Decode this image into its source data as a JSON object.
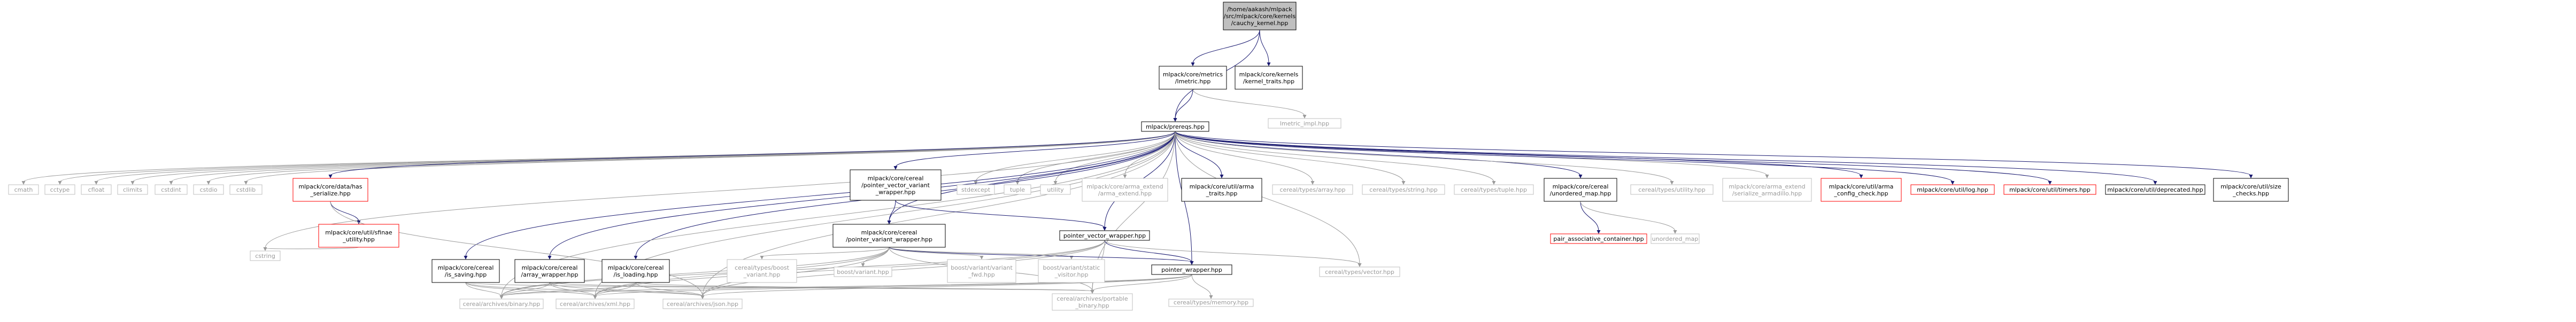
{
  "nodes": [
    {
      "id": "root",
      "lines": [
        "/home/aakash/mlpack",
        "/src/mlpack/core/kernels",
        "/cauchy_kernel.hpp"
      ],
      "style": "root"
    },
    {
      "id": "lmetric",
      "lines": [
        "mlpack/core/metrics",
        "/lmetric.hpp"
      ],
      "style": "normal"
    },
    {
      "id": "kernel_traits",
      "lines": [
        "mlpack/core/kernels",
        "/kernel_traits.hpp"
      ],
      "style": "normal"
    },
    {
      "id": "prereqs",
      "lines": [
        "mlpack/prereqs.hpp"
      ],
      "style": "normal"
    },
    {
      "id": "lmetric_impl",
      "lines": [
        "lmetric_impl.hpp"
      ],
      "style": "grey"
    },
    {
      "id": "cmath",
      "lines": [
        "cmath"
      ],
      "style": "grey"
    },
    {
      "id": "cctype",
      "lines": [
        "cctype"
      ],
      "style": "grey"
    },
    {
      "id": "cfloat",
      "lines": [
        "cfloat"
      ],
      "style": "grey"
    },
    {
      "id": "climits",
      "lines": [
        "climits"
      ],
      "style": "grey"
    },
    {
      "id": "cstdint",
      "lines": [
        "cstdint"
      ],
      "style": "grey"
    },
    {
      "id": "cstdio",
      "lines": [
        "cstdio"
      ],
      "style": "grey"
    },
    {
      "id": "cstdlib",
      "lines": [
        "cstdlib"
      ],
      "style": "grey"
    },
    {
      "id": "has_serialize",
      "lines": [
        "mlpack/core/data/has",
        "_serialize.hpp"
      ],
      "style": "red"
    },
    {
      "id": "pvwrapper",
      "lines": [
        "mlpack/core/cereal",
        "/pointer_vector_variant",
        "_wrapper.hpp"
      ],
      "style": "normal"
    },
    {
      "id": "stdexcept",
      "lines": [
        "stdexcept"
      ],
      "style": "grey"
    },
    {
      "id": "tuple",
      "lines": [
        "tuple"
      ],
      "style": "grey"
    },
    {
      "id": "utility",
      "lines": [
        "utility"
      ],
      "style": "grey"
    },
    {
      "id": "arma_extend",
      "lines": [
        "mlpack/core/arma_extend",
        "/arma_extend.hpp"
      ],
      "style": "grey"
    },
    {
      "id": "arma_traits",
      "lines": [
        "mlpack/core/util/arma",
        "_traits.hpp"
      ],
      "style": "normal"
    },
    {
      "id": "types_array",
      "lines": [
        "cereal/types/array.hpp"
      ],
      "style": "grey"
    },
    {
      "id": "types_string",
      "lines": [
        "cereal/types/string.hpp"
      ],
      "style": "grey"
    },
    {
      "id": "types_tuple",
      "lines": [
        "cereal/types/tuple.hpp"
      ],
      "style": "grey"
    },
    {
      "id": "unordered_map",
      "lines": [
        "mlpack/core/cereal",
        "/unordered_map.hpp"
      ],
      "style": "normal"
    },
    {
      "id": "types_utility",
      "lines": [
        "cereal/types/utility.hpp"
      ],
      "style": "grey"
    },
    {
      "id": "ser_armadillo",
      "lines": [
        "mlpack/core/arma_extend",
        "/serialize_armadillo.hpp"
      ],
      "style": "grey"
    },
    {
      "id": "arma_config",
      "lines": [
        "mlpack/core/util/arma",
        "_config_check.hpp"
      ],
      "style": "red"
    },
    {
      "id": "log",
      "lines": [
        "mlpack/core/util/log.hpp"
      ],
      "style": "red"
    },
    {
      "id": "timers",
      "lines": [
        "mlpack/core/util/timers.hpp"
      ],
      "style": "red"
    },
    {
      "id": "deprecated",
      "lines": [
        "mlpack/core/util/deprecated.hpp"
      ],
      "style": "normal"
    },
    {
      "id": "size_checks",
      "lines": [
        "mlpack/core/util/size",
        "_checks.hpp"
      ],
      "style": "normal"
    },
    {
      "id": "sfinae",
      "lines": [
        "mlpack/core/util/sfinae",
        "_utility.hpp"
      ],
      "style": "red"
    },
    {
      "id": "cstring",
      "lines": [
        "cstring"
      ],
      "style": "grey"
    },
    {
      "id": "pvariant",
      "lines": [
        "mlpack/core/cereal",
        "/pointer_variant_wrapper.hpp"
      ],
      "style": "normal"
    },
    {
      "id": "pvecwrapper",
      "lines": [
        "pointer_vector_wrapper.hpp"
      ],
      "style": "normal"
    },
    {
      "id": "pair_assoc",
      "lines": [
        "pair_associative_container.hpp"
      ],
      "style": "red"
    },
    {
      "id": "std_unordered_map",
      "lines": [
        "unordered_map"
      ],
      "style": "grey"
    },
    {
      "id": "types_vector",
      "lines": [
        "cereal/types/vector.hpp"
      ],
      "style": "grey"
    },
    {
      "id": "is_saving",
      "lines": [
        "mlpack/core/cereal",
        "/is_saving.hpp"
      ],
      "style": "normal"
    },
    {
      "id": "array_wrapper",
      "lines": [
        "mlpack/core/cereal",
        "/array_wrapper.hpp"
      ],
      "style": "normal"
    },
    {
      "id": "is_loading",
      "lines": [
        "mlpack/core/cereal",
        "/is_loading.hpp"
      ],
      "style": "normal"
    },
    {
      "id": "boost_variant_t",
      "lines": [
        "cereal/types/boost",
        "_variant.hpp"
      ],
      "style": "grey"
    },
    {
      "id": "boost_variant",
      "lines": [
        "boost/variant.hpp"
      ],
      "style": "grey"
    },
    {
      "id": "variant_fwd",
      "lines": [
        "boost/variant/variant",
        "_fwd.hpp"
      ],
      "style": "grey"
    },
    {
      "id": "static_visitor",
      "lines": [
        "boost/variant/static",
        "_visitor.hpp"
      ],
      "style": "grey"
    },
    {
      "id": "pointer_wrapper",
      "lines": [
        "pointer_wrapper.hpp"
      ],
      "style": "normal"
    },
    {
      "id": "binary",
      "lines": [
        "cereal/archives/binary.hpp"
      ],
      "style": "grey"
    },
    {
      "id": "xml",
      "lines": [
        "cereal/archives/xml.hpp"
      ],
      "style": "grey"
    },
    {
      "id": "json",
      "lines": [
        "cereal/archives/json.hpp"
      ],
      "style": "grey"
    },
    {
      "id": "portable",
      "lines": [
        "cereal/archives/portable",
        "_binary.hpp"
      ],
      "style": "grey"
    },
    {
      "id": "memory",
      "lines": [
        "cereal/types/memory.hpp"
      ],
      "style": "grey"
    }
  ],
  "edges": [
    [
      "root",
      "lmetric"
    ],
    [
      "root",
      "kernel_traits"
    ],
    [
      "root",
      "prereqs"
    ],
    [
      "lmetric",
      "prereqs"
    ],
    [
      "lmetric",
      "lmetric_impl"
    ],
    [
      "prereqs",
      "cmath"
    ],
    [
      "prereqs",
      "cctype"
    ],
    [
      "prereqs",
      "cfloat"
    ],
    [
      "prereqs",
      "climits"
    ],
    [
      "prereqs",
      "cstdint"
    ],
    [
      "prereqs",
      "cstdio"
    ],
    [
      "prereqs",
      "cstdlib"
    ],
    [
      "prereqs",
      "cstring"
    ],
    [
      "prereqs",
      "has_serialize"
    ],
    [
      "prereqs",
      "pvwrapper"
    ],
    [
      "prereqs",
      "stdexcept"
    ],
    [
      "prereqs",
      "tuple"
    ],
    [
      "prereqs",
      "utility"
    ],
    [
      "prereqs",
      "arma_extend"
    ],
    [
      "prereqs",
      "arma_traits"
    ],
    [
      "prereqs",
      "types_array"
    ],
    [
      "prereqs",
      "types_string"
    ],
    [
      "prereqs",
      "types_tuple"
    ],
    [
      "prereqs",
      "unordered_map"
    ],
    [
      "prereqs",
      "types_utility"
    ],
    [
      "prereqs",
      "ser_armadillo"
    ],
    [
      "prereqs",
      "arma_config"
    ],
    [
      "prereqs",
      "log"
    ],
    [
      "prereqs",
      "timers"
    ],
    [
      "prereqs",
      "deprecated"
    ],
    [
      "prereqs",
      "size_checks"
    ],
    [
      "prereqs",
      "pvariant"
    ],
    [
      "prereqs",
      "pvecwrapper"
    ],
    [
      "prereqs",
      "is_saving"
    ],
    [
      "prereqs",
      "array_wrapper"
    ],
    [
      "prereqs",
      "is_loading"
    ],
    [
      "prereqs",
      "pointer_wrapper"
    ],
    [
      "prereqs",
      "types_vector"
    ],
    [
      "prereqs",
      "binary"
    ],
    [
      "prereqs",
      "xml"
    ],
    [
      "prereqs",
      "json"
    ],
    [
      "prereqs",
      "portable"
    ],
    [
      "has_serialize",
      "sfinae"
    ],
    [
      "has_serialize",
      "json"
    ],
    [
      "sfinae",
      "cstring"
    ],
    [
      "pvwrapper",
      "pvariant"
    ],
    [
      "pvwrapper",
      "pvecwrapper"
    ],
    [
      "pvariant",
      "boost_variant_t"
    ],
    [
      "pvariant",
      "boost_variant"
    ],
    [
      "pvariant",
      "variant_fwd"
    ],
    [
      "pvariant",
      "static_visitor"
    ],
    [
      "pvariant",
      "pointer_wrapper"
    ],
    [
      "pvariant",
      "binary"
    ],
    [
      "pvariant",
      "xml"
    ],
    [
      "pvariant",
      "json"
    ],
    [
      "pvariant",
      "portable"
    ],
    [
      "pvecwrapper",
      "types_vector"
    ],
    [
      "pvecwrapper",
      "pointer_wrapper"
    ],
    [
      "pvecwrapper",
      "binary"
    ],
    [
      "pvecwrapper",
      "xml"
    ],
    [
      "pvecwrapper",
      "json"
    ],
    [
      "pvecwrapper",
      "portable"
    ],
    [
      "unordered_map",
      "pair_assoc"
    ],
    [
      "unordered_map",
      "std_unordered_map"
    ],
    [
      "is_saving",
      "binary"
    ],
    [
      "is_saving",
      "xml"
    ],
    [
      "is_saving",
      "json"
    ],
    [
      "is_saving",
      "portable"
    ],
    [
      "array_wrapper",
      "binary"
    ],
    [
      "array_wrapper",
      "xml"
    ],
    [
      "array_wrapper",
      "json"
    ],
    [
      "array_wrapper",
      "portable"
    ],
    [
      "is_loading",
      "binary"
    ],
    [
      "is_loading",
      "xml"
    ],
    [
      "is_loading",
      "json"
    ],
    [
      "is_loading",
      "portable"
    ],
    [
      "pointer_wrapper",
      "memory"
    ],
    [
      "pointer_wrapper",
      "binary"
    ],
    [
      "pointer_wrapper",
      "xml"
    ],
    [
      "pointer_wrapper",
      "json"
    ],
    [
      "pointer_wrapper",
      "portable"
    ]
  ]
}
